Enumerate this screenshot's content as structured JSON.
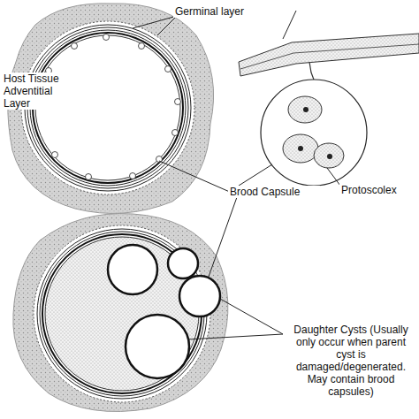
{
  "diagram": {
    "labels": [
      "Germinal layer",
      "Host Tissue Adventitial Layer",
      "Brood Capsule",
      "Protoscolex",
      "Daughter Cysts (Usually only occur when parent cyst is damaged/degenerated. May contain brood capsules)"
    ]
  }
}
